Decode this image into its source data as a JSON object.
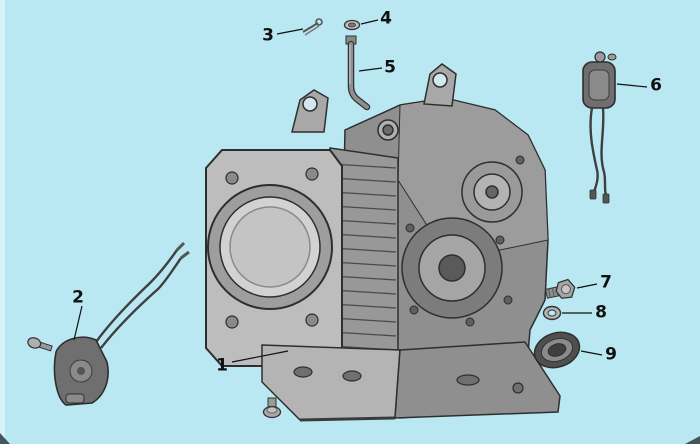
{
  "diagram": {
    "colors": {
      "background": "#b9e8f2",
      "ink": "#101010"
    },
    "callouts": [
      {
        "label": "1"
      },
      {
        "label": "2"
      },
      {
        "label": "3"
      },
      {
        "label": "4"
      },
      {
        "label": "5"
      },
      {
        "label": "6"
      },
      {
        "label": "7"
      },
      {
        "label": "8"
      },
      {
        "label": "9"
      }
    ]
  }
}
